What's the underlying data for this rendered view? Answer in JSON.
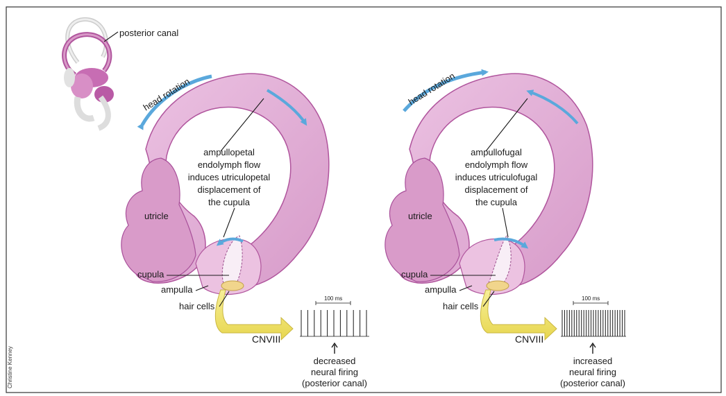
{
  "labels": {
    "posterior_canal": "posterior canal",
    "credit": "Christine Kenney",
    "left": {
      "head_rotation": "head rotation",
      "flow_line1": "ampullopetal",
      "flow_line2": "endolymph flow",
      "flow_line3": "induces utriculopetal",
      "flow_line4": "displacement of",
      "flow_line5": "the cupula",
      "utricle": "utricle",
      "cupula": "cupula",
      "ampulla": "ampulla",
      "hair_cells": "hair cells",
      "nerve": "CNVIII",
      "scale": "100 ms",
      "firing_line1": "decreased",
      "firing_line2": "neural firing",
      "firing_line3": "(posterior canal)"
    },
    "right": {
      "head_rotation": "head rotation",
      "flow_line1": "ampullofugal",
      "flow_line2": "endolymph flow",
      "flow_line3": "induces utriculofugal",
      "flow_line4": "displacement of",
      "flow_line5": "the cupula",
      "utricle": "utricle",
      "cupula": "cupula",
      "ampulla": "ampulla",
      "hair_cells": "hair cells",
      "nerve": "CNVIII",
      "scale": "100 ms",
      "firing_line1": "increased",
      "firing_line2": "neural firing",
      "firing_line3": "(posterior canal)"
    }
  },
  "colors": {
    "canal_fill": "#e4b3d8",
    "canal_dark": "#b0559d",
    "canal_inner": "#f4dcee",
    "arrow_blue": "#5aa8dc",
    "nerve_yellow": "#f2e66b",
    "border": "#333333"
  },
  "spike_trains": {
    "left": {
      "spike_count": 11,
      "pattern": "sparse"
    },
    "right": {
      "spike_count": 27,
      "pattern": "dense"
    }
  }
}
